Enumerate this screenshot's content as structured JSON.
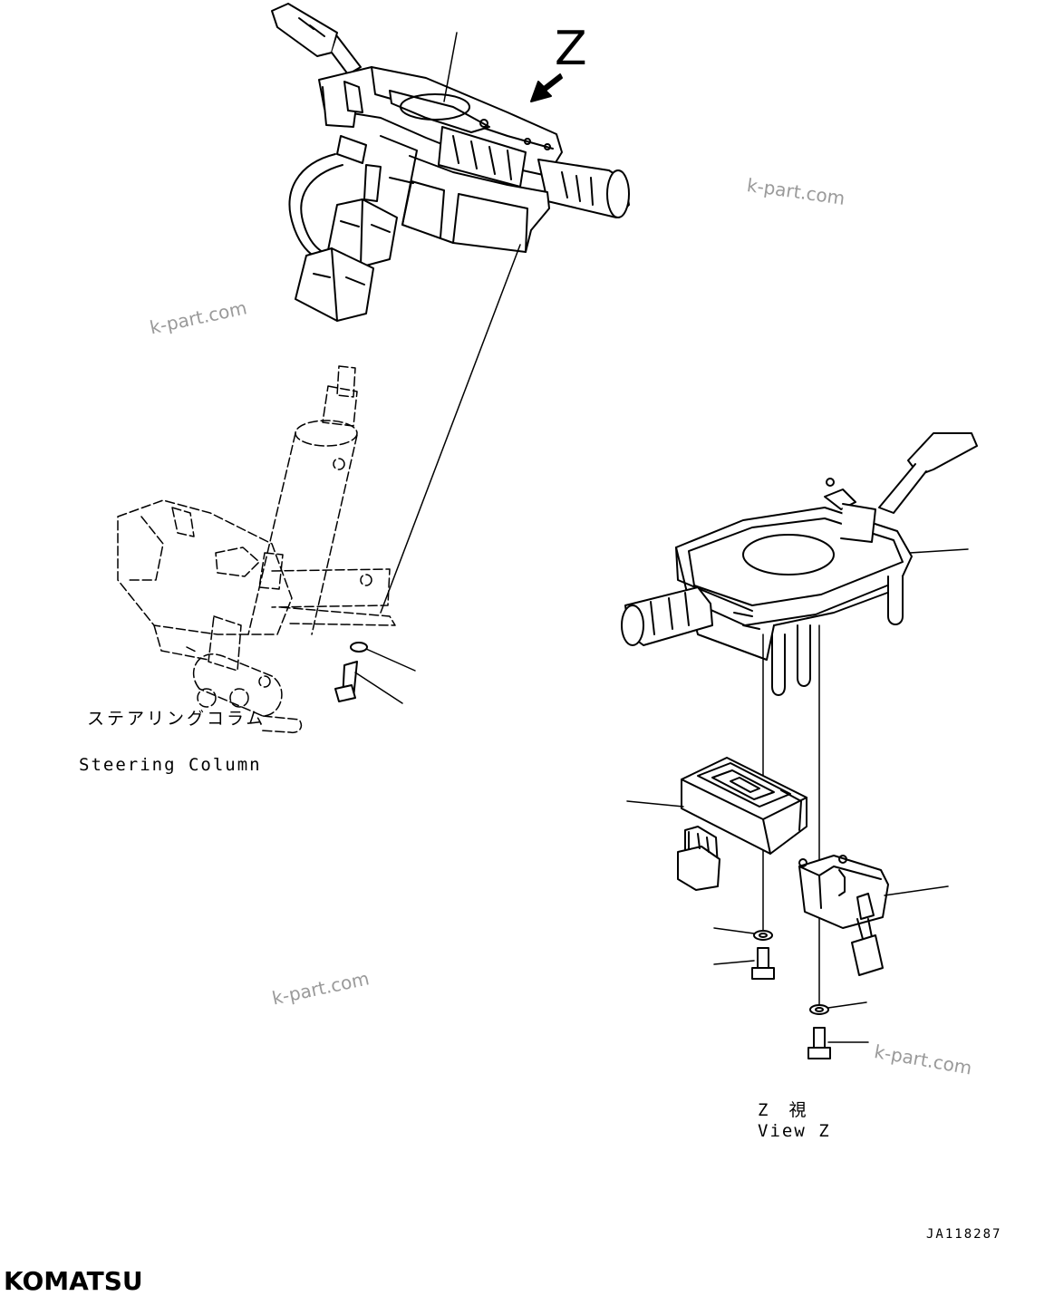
{
  "view_marker": "Z",
  "steering_column_caption_jp": "ステアリングコラム",
  "steering_column_caption_en": "Steering Column",
  "view_z_caption_jp": "Z　視",
  "view_z_caption_en": "View Z",
  "drawing_number": "JA118287",
  "brand_logo": "KOMATSU",
  "watermarks": [
    "k-part.com",
    "k-part.com",
    "k-part.com",
    "k-part.com"
  ],
  "icons": {
    "view-arrow": "arrow-icon",
    "combination-switch": "lever-switch-drawing",
    "steering-column": "steering-column-drawing",
    "controller": "controller-box-drawing",
    "sub-switch": "sub-switch-drawing",
    "bolts": "bolt-icon",
    "washers": "washer-icon"
  },
  "colors": {
    "line": "#000000",
    "watermark": "#9a9a9a",
    "background": "#ffffff"
  }
}
